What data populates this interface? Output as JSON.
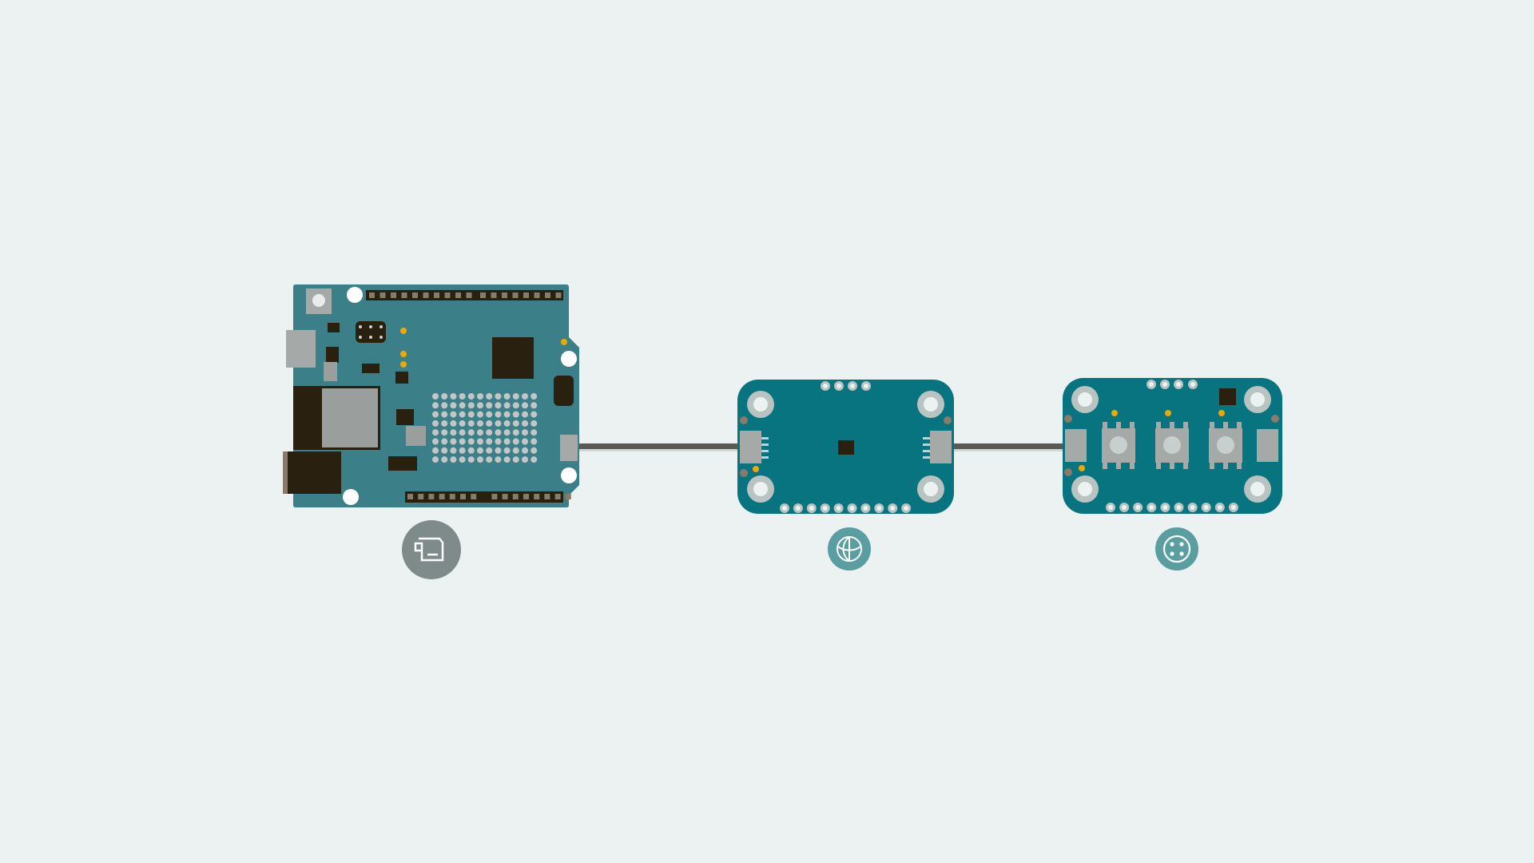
{
  "colors": {
    "background": "#ecf2f1",
    "board_main": "#3b8088",
    "module_pcb": "#077480",
    "component_dark": "#2a2010",
    "component_grey": "#a5a9a8",
    "led_orange": "#f0a800",
    "cable": "#5a5a55",
    "mount_ring": "#b9c3c2",
    "icon_board_bg": "#7e8b8a",
    "icon_module_bg": "#5b9ea1"
  },
  "nodes": [
    {
      "id": "main-board",
      "icon": "board-chip-icon"
    },
    {
      "id": "modulino-1",
      "icon": "globe-icon"
    },
    {
      "id": "modulino-2",
      "icon": "buttons-icon"
    }
  ]
}
